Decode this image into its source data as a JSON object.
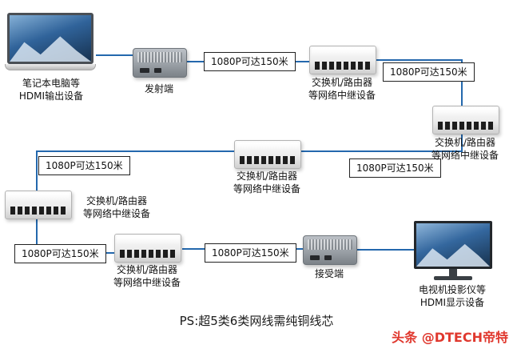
{
  "diagram": {
    "source_device": {
      "label": "笔记本电脑等\nHDMI输出设备",
      "icon": "laptop-icon"
    },
    "transmitter": {
      "label": "发射端",
      "icon": "hdmi-extender-icon"
    },
    "receiver": {
      "label": "接受端",
      "icon": "hdmi-extender-icon"
    },
    "display_device": {
      "label": "电视机投影仪等\nHDMI显示设备",
      "icon": "monitor-icon"
    },
    "switches": [
      {
        "label": "交换机/路由器\n等网络中继设备"
      },
      {
        "label": "交换机/路由器\n等网络中继设备"
      },
      {
        "label": "交换机/路由器\n等网络中继设备"
      },
      {
        "label": "交换机/路由器\n等网络中继设备"
      },
      {
        "label": "交换机/路由器\n等网络中继设备"
      }
    ],
    "distance_labels": [
      "1080P可达150米",
      "1080P可达150米",
      "1080P可达150米",
      "1080P可达150米",
      "1080P可达150米",
      "1080P可达150米"
    ],
    "note": "PS:超5类6类网线需纯铜线芯",
    "watermark": "头条 @DTECH帝特",
    "colors": {
      "cable": "#2468ad",
      "label_border": "#222222",
      "watermark": "#e0382e"
    }
  }
}
